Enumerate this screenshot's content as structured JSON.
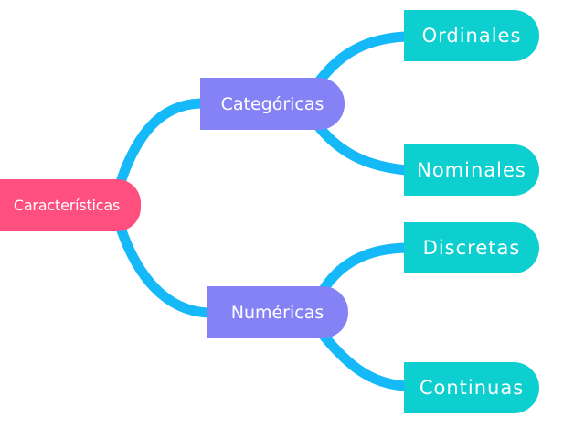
{
  "colors": {
    "connector": "#16b9f7",
    "root": "#ff4f7e",
    "branch": "#8582f6",
    "leaf": "#0dcfcf"
  },
  "mindmap": {
    "root": {
      "label": "Características"
    },
    "branches": [
      {
        "label": "Categóricas",
        "children": [
          {
            "label": "Ordinales"
          },
          {
            "label": "Nominales"
          }
        ]
      },
      {
        "label": "Numéricas",
        "children": [
          {
            "label": "Discretas"
          },
          {
            "label": "Continuas"
          }
        ]
      }
    ]
  }
}
